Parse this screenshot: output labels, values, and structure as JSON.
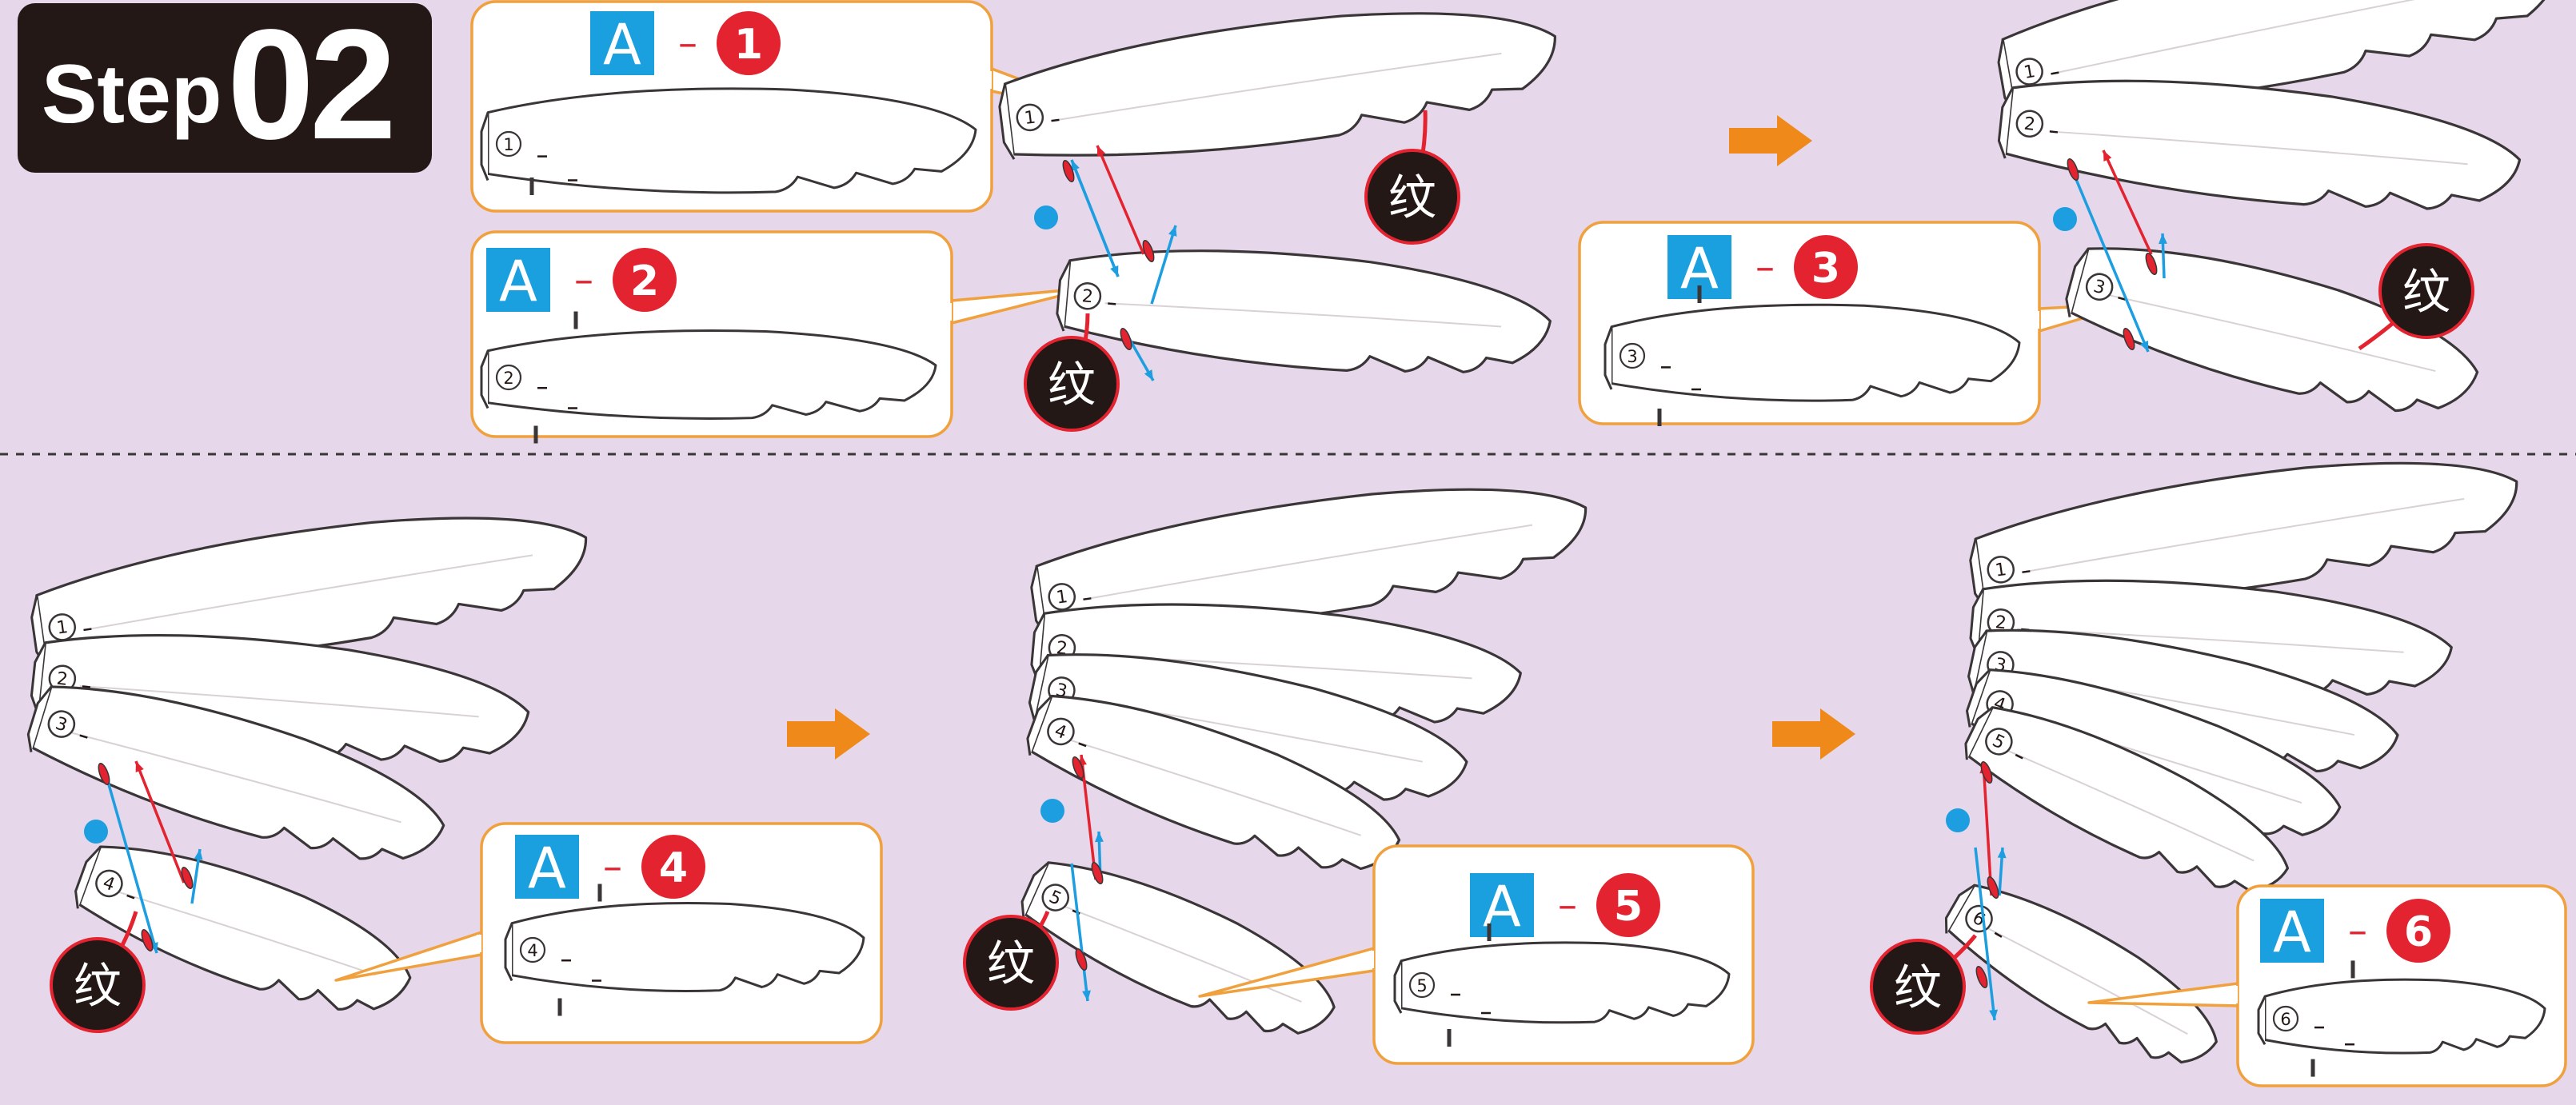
{
  "step": {
    "word": "Step",
    "number": "02"
  },
  "part_letter": "A",
  "separator": "–",
  "texture_label": "纹",
  "callouts": [
    "A-1",
    "A-2",
    "A-3",
    "A-4",
    "A-5",
    "A-6"
  ],
  "callout_numbers": [
    "1",
    "2",
    "3",
    "4",
    "5",
    "6"
  ],
  "piece_numbers": [
    "①",
    "②",
    "③",
    "④",
    "⑤",
    "⑥"
  ],
  "colors": {
    "background": "#e6d7ea",
    "badge": "#231815",
    "callout_border": "#f0a03c",
    "letter_box": "#1aa0de",
    "number_circle": "#e3232f",
    "arrow_next": "#ef8a1a",
    "guide_blue": "#1d9ee0",
    "guide_red": "#e3232f"
  }
}
